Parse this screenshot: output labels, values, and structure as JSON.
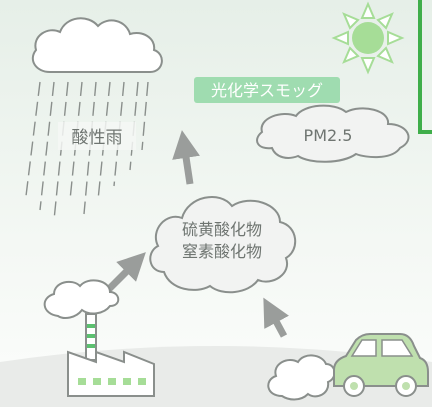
{
  "labels": {
    "acid_rain": "酸性雨",
    "photochemical_smog": "光化学スモッグ",
    "pm25": "PM2.5",
    "sulfur_oxides": "硫黄酸化物",
    "nitrogen_oxides": "窒素酸化物"
  },
  "colors": {
    "sky_top": "#e8f0ea",
    "sky_bottom": "#fbfcfb",
    "ground": "#e9ebe9",
    "outline": "#8a8f8c",
    "arrow": "#9a9d9b",
    "label_text": "#6f7571",
    "accent_green": "#5cc070",
    "sun_green": "#a6dd97",
    "car_green": "#bfe0ae",
    "smog_badge": "#9fdcb0",
    "frame_green": "#3fae4a"
  },
  "icons": [
    "sun-icon",
    "rain-cloud-icon",
    "factory-icon",
    "car-icon",
    "exhaust-cloud-icon",
    "pollutant-cloud-icon",
    "pm25-cloud-icon"
  ]
}
